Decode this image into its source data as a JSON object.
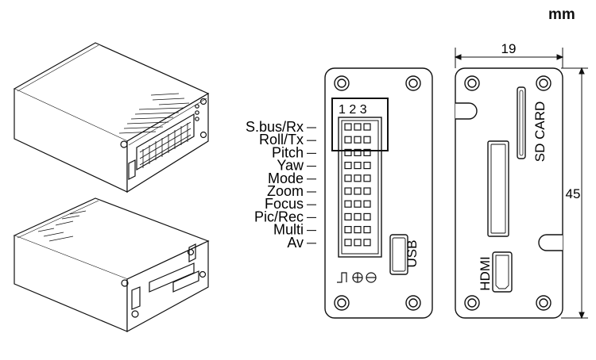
{
  "units": "mm",
  "header_numbers": "1 2 3",
  "pin_labels": [
    "S.bus/Rx",
    "Roll/Tx",
    "Pitch",
    "Yaw",
    "Mode",
    "Zoom",
    "Focus",
    "Pic/Rec",
    "Multi",
    "Av"
  ],
  "usb_label": "USB",
  "hdmi_label": "HDMI",
  "sd_card_label": "SD CARD",
  "width_dim": "19",
  "height_dim": "45",
  "colors": {
    "line": "#111111",
    "fill": "#ffffff"
  }
}
